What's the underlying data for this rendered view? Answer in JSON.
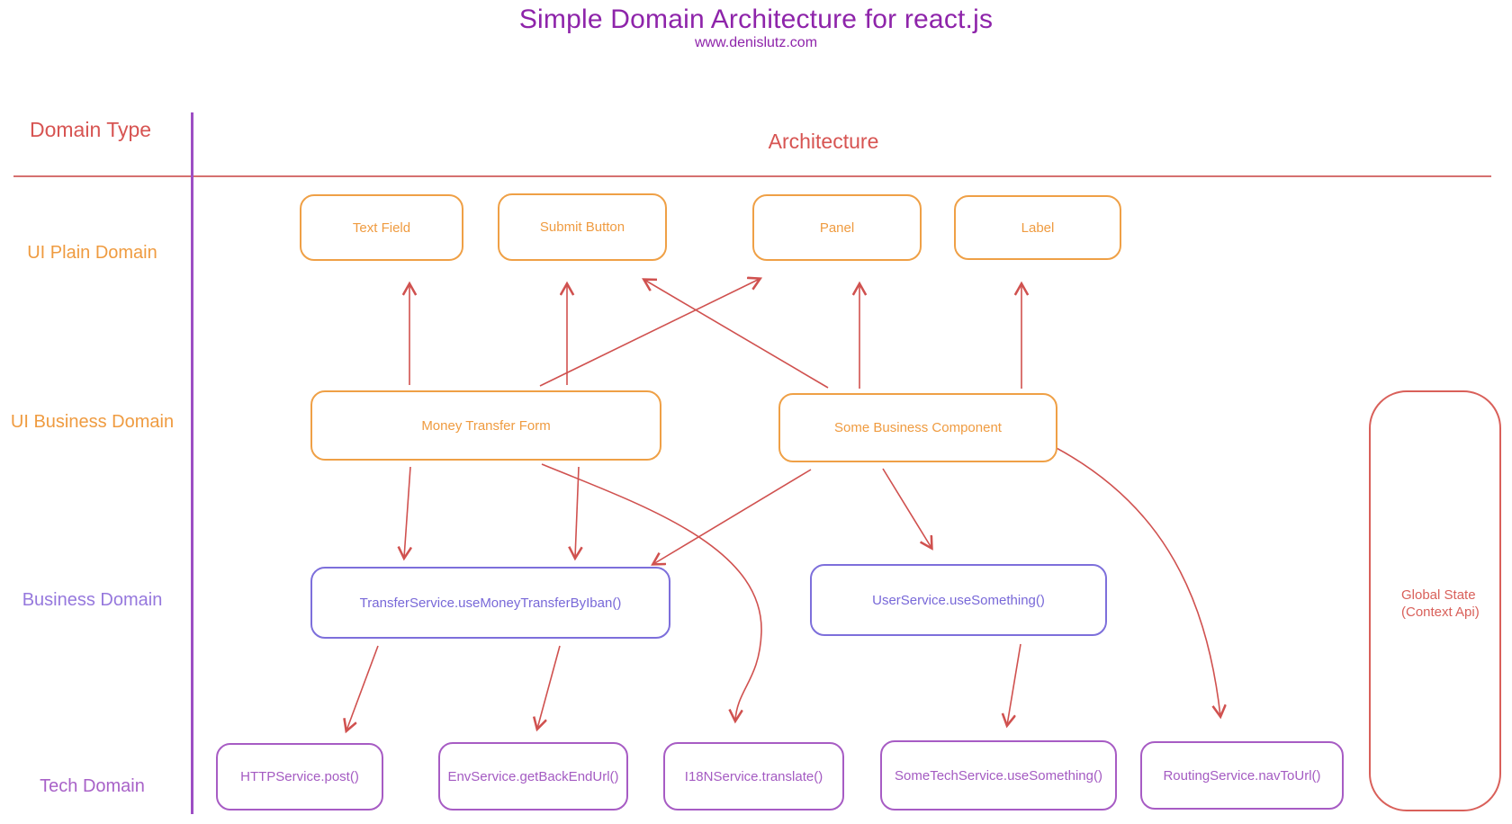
{
  "header": {
    "title": "Simple Domain Architecture for react.js",
    "subtitle": "www.denislutz.com"
  },
  "columns": {
    "domain_type": "Domain Type",
    "architecture": "Architecture"
  },
  "row_labels": {
    "ui_plain": "UI Plain Domain",
    "ui_business": "UI Business Domain",
    "business": "Business Domain",
    "tech": "Tech Domain"
  },
  "nodes": {
    "text_field": "Text Field",
    "submit_button": "Submit Button",
    "panel": "Panel",
    "label": "Label",
    "money_transfer_form": "Money Transfer Form",
    "some_business_component": "Some Business Component",
    "transfer_service": "TransferService.useMoneyTransferByIban()",
    "user_service": "UserService.useSomething()",
    "http_service": "HTTPService.post()",
    "env_service": "EnvService.getBackEndUrl()",
    "i18n_service": "I18NService.translate()",
    "some_tech_service": "SomeTechService.useSomething()",
    "routing_service": "RoutingService.navToUrl()",
    "global_state_line1": "Global State",
    "global_state_line2": "(Context Api)"
  },
  "edges": [
    {
      "from": "money_transfer_form",
      "to": "text_field"
    },
    {
      "from": "money_transfer_form",
      "to": "submit_button"
    },
    {
      "from": "money_transfer_form",
      "to": "panel"
    },
    {
      "from": "some_business_component",
      "to": "submit_button"
    },
    {
      "from": "some_business_component",
      "to": "panel"
    },
    {
      "from": "some_business_component",
      "to": "label"
    },
    {
      "from": "money_transfer_form",
      "to": "transfer_service"
    },
    {
      "from": "money_transfer_form",
      "to": "transfer_service"
    },
    {
      "from": "some_business_component",
      "to": "transfer_service"
    },
    {
      "from": "some_business_component",
      "to": "user_service"
    },
    {
      "from": "money_transfer_form",
      "to": "i18n_service"
    },
    {
      "from": "some_business_component",
      "to": "routing_service"
    },
    {
      "from": "transfer_service",
      "to": "http_service"
    },
    {
      "from": "transfer_service",
      "to": "env_service"
    },
    {
      "from": "user_service",
      "to": "some_tech_service"
    }
  ],
  "colors": {
    "title_purple": "#8e24aa",
    "header_red": "#d75452",
    "arrow_red": "#d0514f",
    "orange": "#efa046",
    "indigo": "#7d6fdb",
    "magenta_purple": "#a75cc4",
    "divider_purple": "#9d4fc4",
    "business_label_purple": "#9678dd",
    "tech_label_purple": "#a862c8",
    "global_state_red": "#d9605a"
  }
}
